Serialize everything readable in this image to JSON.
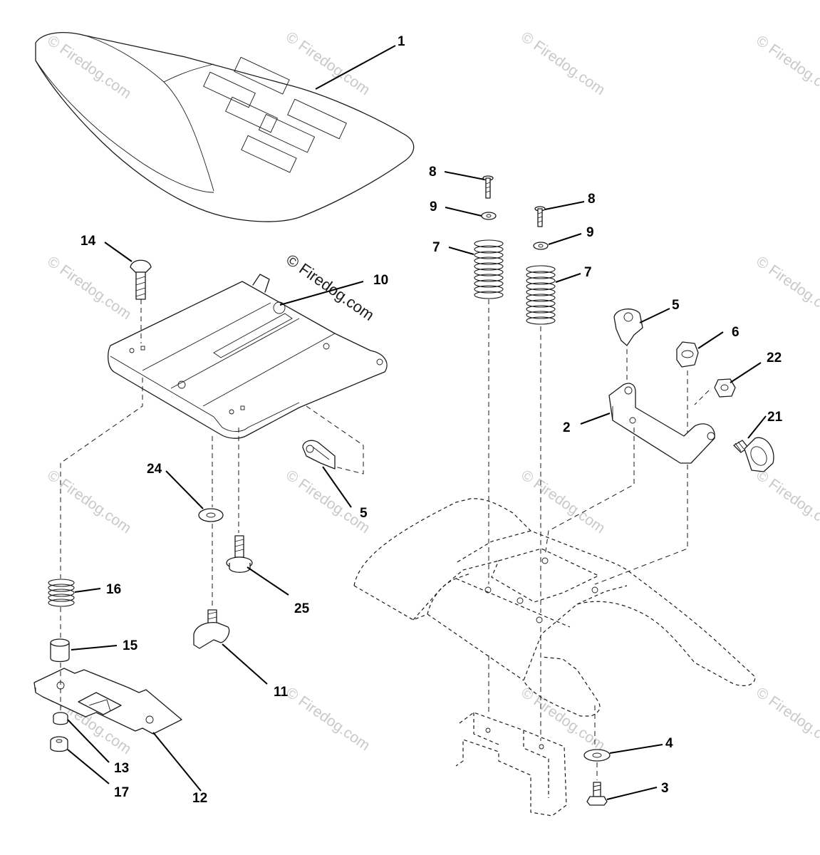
{
  "watermark": {
    "text": "© Firedog.com",
    "main_text": "© Firedog.com"
  },
  "callouts": {
    "c1": "1",
    "c2": "2",
    "c3": "3",
    "c4": "4",
    "c5a": "5",
    "c5b": "5",
    "c6": "6",
    "c7a": "7",
    "c7b": "7",
    "c8a": "8",
    "c8b": "8",
    "c9a": "9",
    "c9b": "9",
    "c10": "10",
    "c11": "11",
    "c12": "12",
    "c13": "13",
    "c14": "14",
    "c15": "15",
    "c16": "16",
    "c17": "17",
    "c21": "21",
    "c22": "22",
    "c24": "24",
    "c25": "25"
  }
}
